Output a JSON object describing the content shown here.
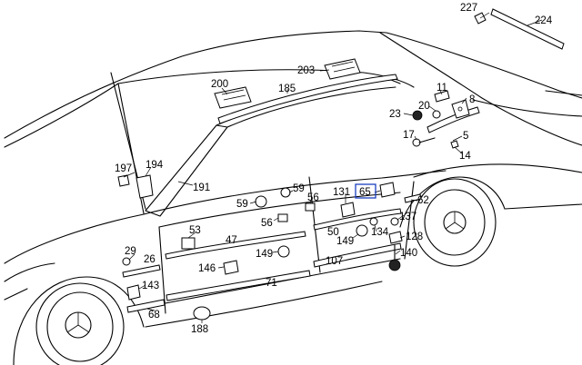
{
  "diagram": {
    "highlight_color": "#1b3fbf",
    "highlighted_part": "65",
    "callouts": {
      "c227": "227",
      "c224": "224",
      "c200": "200",
      "c203": "203",
      "c185": "185",
      "c11": "11",
      "c20": "20",
      "c8": "8",
      "c23": "23",
      "c17": "17",
      "c5": "5",
      "c14": "14",
      "c197": "197",
      "c194": "194",
      "c191": "191",
      "c59a": "59",
      "c59b": "59",
      "c56a": "56",
      "c56b": "56",
      "c131": "131",
      "c65": "65",
      "c62": "62",
      "c137": "137",
      "c53": "53",
      "c47": "47",
      "c50": "50",
      "c149a": "149",
      "c149b": "149",
      "c134": "134",
      "c128": "128",
      "c140": "140",
      "c29": "29",
      "c26": "26",
      "c146": "146",
      "c107": "107",
      "c143": "143",
      "c71": "71",
      "c68": "68",
      "c188": "188"
    }
  }
}
